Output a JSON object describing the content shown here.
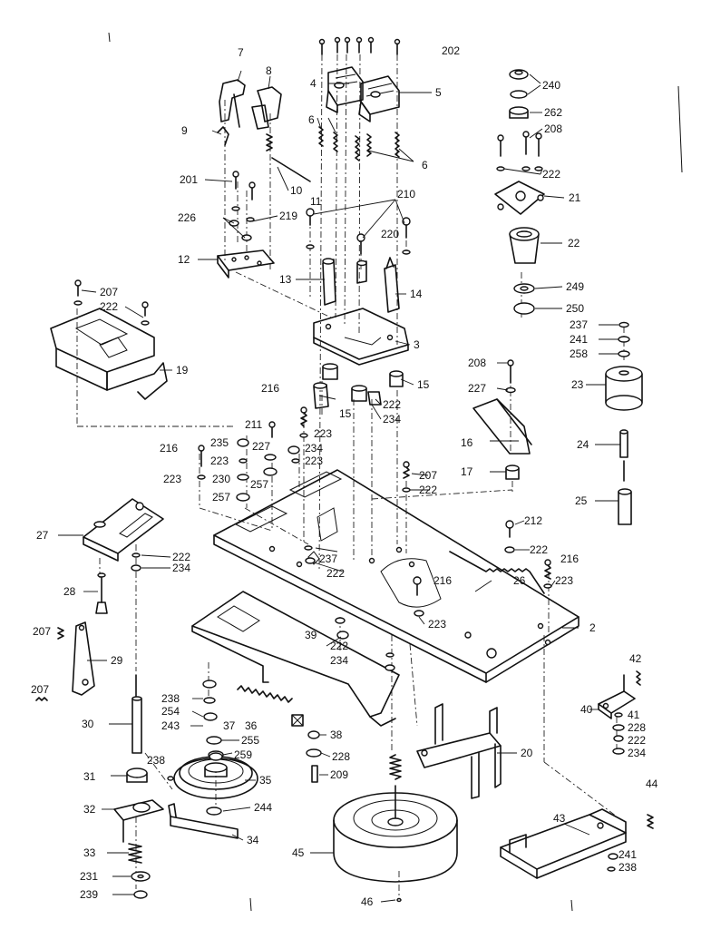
{
  "callouts": [
    {
      "id": "l202",
      "text": "202"
    },
    {
      "id": "l7",
      "text": "7"
    },
    {
      "id": "l8",
      "text": "8"
    },
    {
      "id": "l4",
      "text": "4"
    },
    {
      "id": "l5",
      "text": "5"
    },
    {
      "id": "l240",
      "text": "240"
    },
    {
      "id": "l262",
      "text": "262"
    },
    {
      "id": "l208a",
      "text": "208"
    },
    {
      "id": "l9",
      "text": "9"
    },
    {
      "id": "l6a",
      "text": "6"
    },
    {
      "id": "l6b",
      "text": "6"
    },
    {
      "id": "l222a",
      "text": "222"
    },
    {
      "id": "l201",
      "text": "201"
    },
    {
      "id": "l10",
      "text": "10"
    },
    {
      "id": "l210",
      "text": "210"
    },
    {
      "id": "l21",
      "text": "21"
    },
    {
      "id": "l11",
      "text": "11"
    },
    {
      "id": "l226",
      "text": "226"
    },
    {
      "id": "l219",
      "text": "219"
    },
    {
      "id": "l220",
      "text": "220"
    },
    {
      "id": "l22",
      "text": "22"
    },
    {
      "id": "l12",
      "text": "12"
    },
    {
      "id": "l13",
      "text": "13"
    },
    {
      "id": "l249",
      "text": "249"
    },
    {
      "id": "l207a",
      "text": "207"
    },
    {
      "id": "l222b",
      "text": "222"
    },
    {
      "id": "l14",
      "text": "14"
    },
    {
      "id": "l250",
      "text": "250"
    },
    {
      "id": "l237",
      "text": "237"
    },
    {
      "id": "l241a",
      "text": "241"
    },
    {
      "id": "l3",
      "text": "3"
    },
    {
      "id": "l258",
      "text": "258"
    },
    {
      "id": "l19",
      "text": "19"
    },
    {
      "id": "l208b",
      "text": "208"
    },
    {
      "id": "l15a",
      "text": "15"
    },
    {
      "id": "l23",
      "text": "23"
    },
    {
      "id": "l227a",
      "text": "227"
    },
    {
      "id": "l216a",
      "text": "216"
    },
    {
      "id": "l15b",
      "text": "15"
    },
    {
      "id": "l222c",
      "text": "222"
    },
    {
      "id": "l234a",
      "text": "234"
    },
    {
      "id": "l211",
      "text": "211"
    },
    {
      "id": "l223a",
      "text": "223"
    },
    {
      "id": "l16",
      "text": "16"
    },
    {
      "id": "l24",
      "text": "24"
    },
    {
      "id": "l216b",
      "text": "216"
    },
    {
      "id": "l235",
      "text": "235"
    },
    {
      "id": "l227b",
      "text": "227"
    },
    {
      "id": "l234b",
      "text": "234"
    },
    {
      "id": "l223b",
      "text": "223"
    },
    {
      "id": "l223c",
      "text": "223"
    },
    {
      "id": "l207b",
      "text": "207"
    },
    {
      "id": "l17",
      "text": "17"
    },
    {
      "id": "l223d",
      "text": "223"
    },
    {
      "id": "l230",
      "text": "230"
    },
    {
      "id": "l257a",
      "text": "257"
    },
    {
      "id": "l222d",
      "text": "222"
    },
    {
      "id": "l25",
      "text": "25"
    },
    {
      "id": "l257b",
      "text": "257"
    },
    {
      "id": "l212",
      "text": "212"
    },
    {
      "id": "l27",
      "text": "27"
    },
    {
      "id": "l222e",
      "text": "222"
    },
    {
      "id": "l216c",
      "text": "216"
    },
    {
      "id": "l222f",
      "text": "222"
    },
    {
      "id": "l234c",
      "text": "234"
    },
    {
      "id": "l237b",
      "text": "237"
    },
    {
      "id": "l223e",
      "text": "223"
    },
    {
      "id": "l222g",
      "text": "222"
    },
    {
      "id": "l26",
      "text": "26"
    },
    {
      "id": "l28",
      "text": "28"
    },
    {
      "id": "l216d",
      "text": "216"
    },
    {
      "id": "l223f",
      "text": "223"
    },
    {
      "id": "l2",
      "text": "2"
    },
    {
      "id": "l207c",
      "text": "207"
    },
    {
      "id": "l39",
      "text": "39"
    },
    {
      "id": "l222h",
      "text": "222"
    },
    {
      "id": "l29",
      "text": "29"
    },
    {
      "id": "l234d",
      "text": "234"
    },
    {
      "id": "l42",
      "text": "42"
    },
    {
      "id": "l207d",
      "text": "207"
    },
    {
      "id": "l238a",
      "text": "238"
    },
    {
      "id": "l40",
      "text": "40"
    },
    {
      "id": "l41",
      "text": "41"
    },
    {
      "id": "l30",
      "text": "30"
    },
    {
      "id": "l254",
      "text": "254"
    },
    {
      "id": "l228a",
      "text": "228"
    },
    {
      "id": "l243",
      "text": "243"
    },
    {
      "id": "l37",
      "text": "37"
    },
    {
      "id": "l36",
      "text": "36"
    },
    {
      "id": "l38",
      "text": "38"
    },
    {
      "id": "l222i",
      "text": "222"
    },
    {
      "id": "l255",
      "text": "255"
    },
    {
      "id": "l234e",
      "text": "234"
    },
    {
      "id": "l259",
      "text": "259"
    },
    {
      "id": "l228b",
      "text": "228"
    },
    {
      "id": "l20",
      "text": "20"
    },
    {
      "id": "l238b",
      "text": "238"
    },
    {
      "id": "l31",
      "text": "31"
    },
    {
      "id": "l35",
      "text": "35"
    },
    {
      "id": "l209",
      "text": "209"
    },
    {
      "id": "l44",
      "text": "44"
    },
    {
      "id": "l32",
      "text": "32"
    },
    {
      "id": "l244",
      "text": "244"
    },
    {
      "id": "l43",
      "text": "43"
    },
    {
      "id": "l34",
      "text": "34"
    },
    {
      "id": "l45",
      "text": "45"
    },
    {
      "id": "l33",
      "text": "33"
    },
    {
      "id": "l241b",
      "text": "241"
    },
    {
      "id": "l231",
      "text": "231"
    },
    {
      "id": "l238c",
      "text": "238"
    },
    {
      "id": "l239",
      "text": "239"
    },
    {
      "id": "l46",
      "text": "46"
    }
  ]
}
